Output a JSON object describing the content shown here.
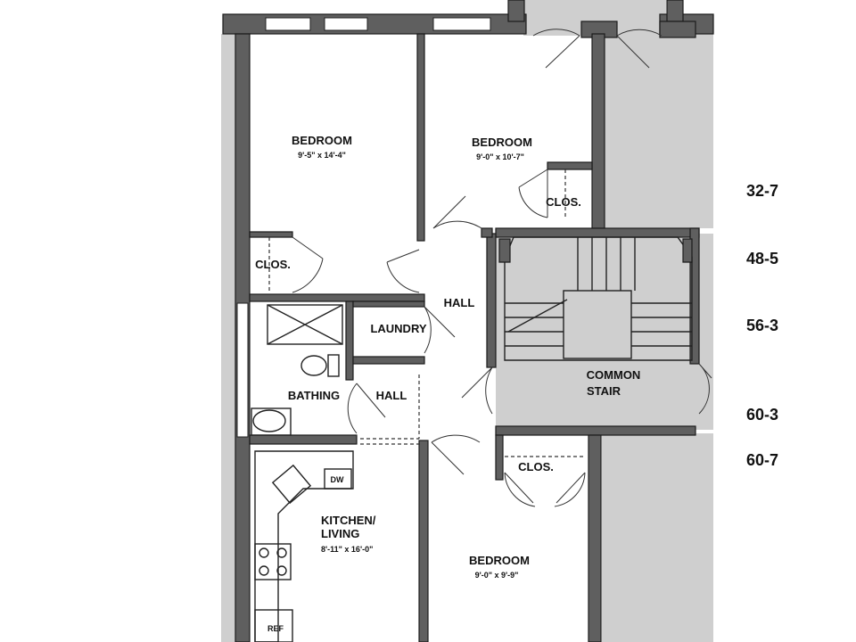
{
  "rooms": {
    "bedroom_1": {
      "name": "BEDROOM",
      "dims": "9'-5\" x 14'-4\""
    },
    "bedroom_2": {
      "name": "BEDROOM",
      "dims": "9'-0\" x 10'-7\""
    },
    "bedroom_3": {
      "name": "BEDROOM",
      "dims": "9'-0\" x 9'-9\""
    },
    "closet_1": "CLOS.",
    "closet_2": "CLOS.",
    "closet_3": "CLOS.",
    "hall_1": "HALL",
    "hall_2": "HALL",
    "laundry": "LAUNDRY",
    "bathing": "BATHING",
    "kitchen_living": {
      "line1": "KITCHEN/",
      "line2": "LIVING",
      "dims": "8'-11\" x 16'-0\""
    },
    "common_stair": {
      "line1": "COMMON",
      "line2": "STAIR"
    },
    "dishwasher": "DW",
    "refrigerator": "REF"
  },
  "unit_numbers": [
    "32-7",
    "48-5",
    "56-3",
    "60-3",
    "60-7"
  ],
  "colors": {
    "wall": "#5f5f5f",
    "shaded_area": "#cfcfcf",
    "background": "#ffffff"
  }
}
